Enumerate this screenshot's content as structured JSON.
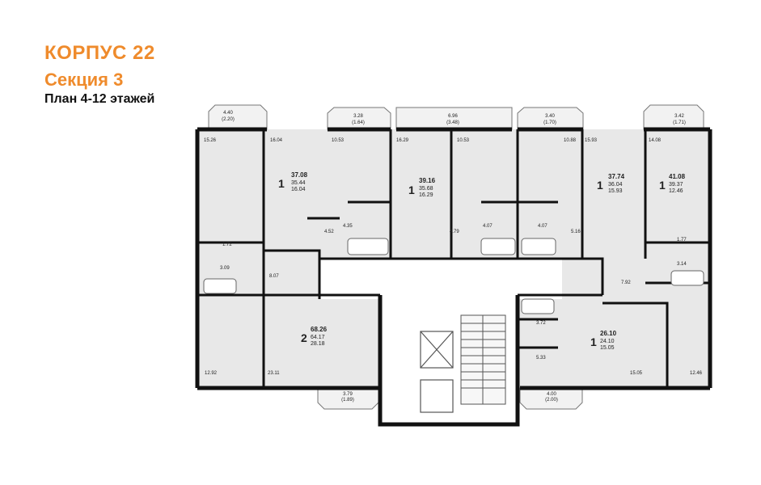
{
  "header": {
    "building": "КОРПУС 22",
    "section": "Секция 3",
    "plan": "План 4-12 этажей"
  },
  "apartments": [
    {
      "rooms": "1",
      "total": "37.08",
      "living": "35.44",
      "kitchen": "16.04"
    },
    {
      "rooms": "1",
      "total": "39.16",
      "living": "35.68",
      "kitchen": "16.29"
    },
    {
      "rooms": "1",
      "total": "37.74",
      "living": "36.04",
      "kitchen": "15.93"
    },
    {
      "rooms": "1",
      "total": "41.08",
      "living": "39.37",
      "kitchen": "12.46"
    },
    {
      "rooms": "2",
      "total": "68.26",
      "living": "64.17",
      "kitchen": "28.18"
    },
    {
      "rooms": "1",
      "total": "26.10",
      "living": "24.10",
      "kitchen": "15.05"
    }
  ],
  "areas": {
    "b1": "4.40",
    "b1p": "(2.20)",
    "b2": "3.28",
    "b2p": "(1.64)",
    "b3": "6.96",
    "b3p": "(3.48)",
    "b4": "3.40",
    "b4p": "(1.70)",
    "b5": "3.42",
    "b5p": "(1.71)",
    "b6": "3.79",
    "b6p": "(1.89)",
    "b7": "4.00",
    "b7p": "(2.00)",
    "r1": "15.26",
    "r2": "16.04",
    "r3": "10.53",
    "r4": "16.29",
    "r5": "10.53",
    "r6": "10.88",
    "r7": "15.93",
    "r8": "14.08",
    "r9": "4.35",
    "r10": "4.52",
    "r11": "4.79",
    "r12": "4.07",
    "r13": "4.07",
    "r14": "5.16",
    "r15": "1.72",
    "r16": "3.09",
    "r17": "8.07",
    "r18": "1.77",
    "r19": "3.14",
    "r20": "7.92",
    "r21": "3.72",
    "r22": "5.33",
    "r23": "12.92",
    "r24": "23.11",
    "r25": "15.05",
    "r26": "12.46"
  }
}
